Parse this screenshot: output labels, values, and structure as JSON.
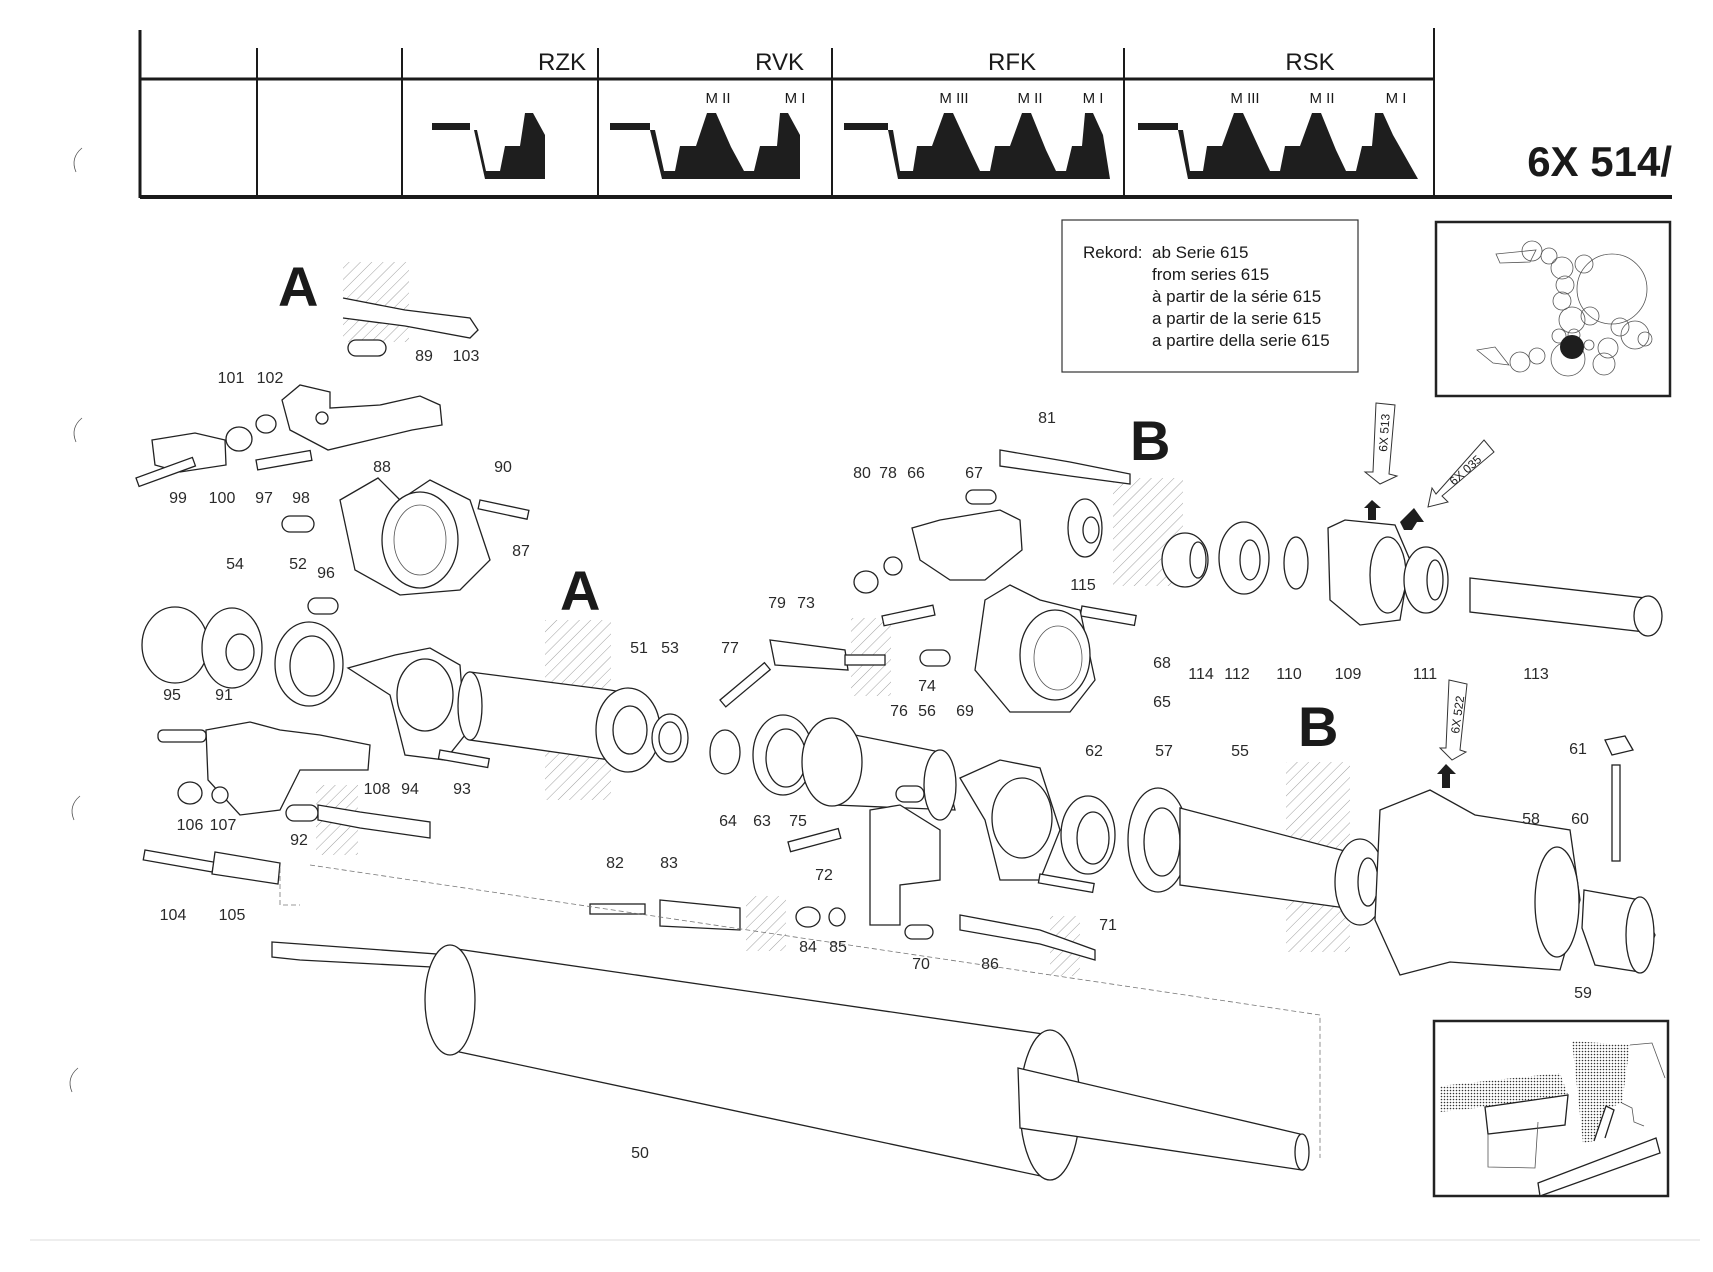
{
  "header": {
    "groups": [
      {
        "label": "RZK",
        "modules": []
      },
      {
        "label": "RVK",
        "modules": [
          "M II",
          "M I"
        ]
      },
      {
        "label": "RFK",
        "modules": [
          "M III",
          "M II",
          "M I"
        ]
      },
      {
        "label": "RSK",
        "modules": [
          "M III",
          "M II",
          "M I"
        ]
      }
    ],
    "page_code": "6X 514/"
  },
  "note": {
    "prefix": "Rekord:",
    "lines": [
      "ab Serie 615",
      "from series 615",
      "à partir de la série 615",
      "a partir de la serie 615",
      "a partire della serie 615"
    ]
  },
  "section_letters": [
    "A",
    "A",
    "B",
    "B"
  ],
  "cross_refs": [
    "6X 513",
    "6X 035",
    "6X 522"
  ],
  "parts": {
    "group_a_upper": [
      "89",
      "103",
      "101",
      "102",
      "88",
      "90",
      "99",
      "100",
      "97",
      "98",
      "87"
    ],
    "group_a_lower": [
      "54",
      "52",
      "96",
      "95",
      "91",
      "94",
      "93",
      "108",
      "106",
      "107",
      "92",
      "104",
      "105"
    ],
    "center": [
      "51",
      "53",
      "77",
      "79",
      "73",
      "74",
      "64",
      "63",
      "75",
      "76",
      "56",
      "69",
      "72",
      "82",
      "83",
      "84",
      "85",
      "70",
      "86",
      "71"
    ],
    "group_b_upper": [
      "81",
      "80",
      "78",
      "66",
      "67",
      "115",
      "68",
      "65",
      "114",
      "112",
      "110",
      "109",
      "111",
      "113"
    ],
    "group_b_lower": [
      "62",
      "57",
      "55",
      "58",
      "61",
      "60",
      "59"
    ],
    "roller": [
      "50"
    ]
  }
}
